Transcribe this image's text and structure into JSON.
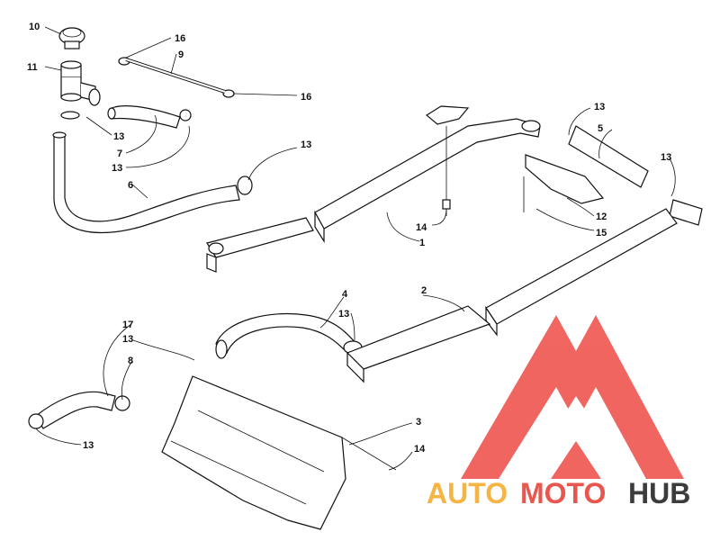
{
  "callouts": [
    {
      "id": "c10a",
      "label": "10"
    },
    {
      "id": "c11",
      "label": "11"
    },
    {
      "id": "c16a",
      "label": "16"
    },
    {
      "id": "c9",
      "label": "9"
    },
    {
      "id": "c16b",
      "label": "16"
    },
    {
      "id": "c13a",
      "label": "13"
    },
    {
      "id": "c7",
      "label": "7"
    },
    {
      "id": "c13b",
      "label": "13"
    },
    {
      "id": "c13c",
      "label": "13"
    },
    {
      "id": "c6",
      "label": "6"
    },
    {
      "id": "c14a",
      "label": "14"
    },
    {
      "id": "c1",
      "label": "1"
    },
    {
      "id": "c13d",
      "label": "13"
    },
    {
      "id": "c5",
      "label": "5"
    },
    {
      "id": "c13e",
      "label": "13"
    },
    {
      "id": "c12",
      "label": "12"
    },
    {
      "id": "c15",
      "label": "15"
    },
    {
      "id": "c4",
      "label": "4"
    },
    {
      "id": "c2",
      "label": "2"
    },
    {
      "id": "c13f",
      "label": "13"
    },
    {
      "id": "c17",
      "label": "17"
    },
    {
      "id": "c13g",
      "label": "13"
    },
    {
      "id": "c8",
      "label": "8"
    },
    {
      "id": "c3",
      "label": "3"
    },
    {
      "id": "c14b",
      "label": "14"
    },
    {
      "id": "c13h",
      "label": "13"
    }
  ],
  "watermark": {
    "part1": "AUTO",
    "part2": "MOTO",
    "part3": "HUB",
    "color1": "#f4b545",
    "color2": "#e8574f",
    "color3": "#3c3c3c",
    "logo_color": "#ee4b45"
  }
}
